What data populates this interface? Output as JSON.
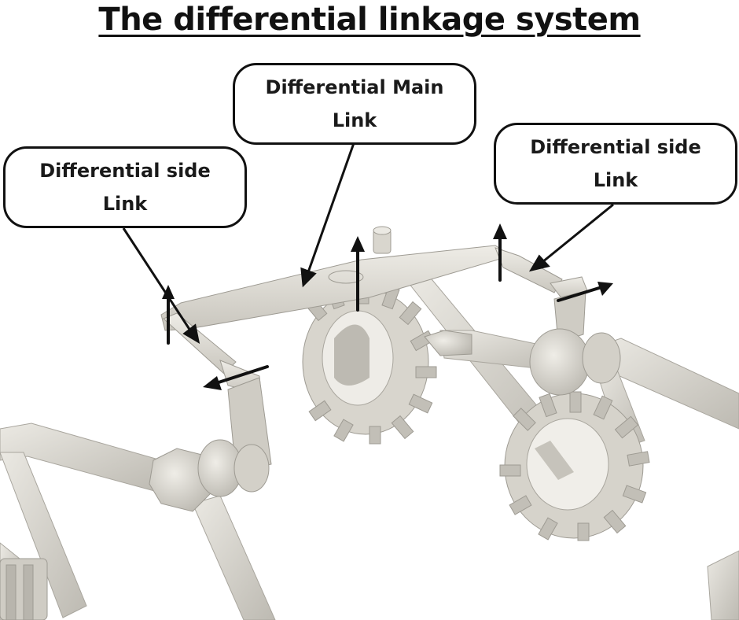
{
  "title": "The differential linkage system",
  "callouts": {
    "main": {
      "line1": "Differential Main",
      "line2": "Link"
    },
    "left": {
      "line1": "Differential side",
      "line2": "Link"
    },
    "right": {
      "line1": "Differential side",
      "line2": "Link"
    }
  },
  "colors": {
    "metal_light": "#e6e4de",
    "metal_mid": "#cfccc4",
    "metal_dark": "#a9a69e",
    "ink": "#111111"
  }
}
